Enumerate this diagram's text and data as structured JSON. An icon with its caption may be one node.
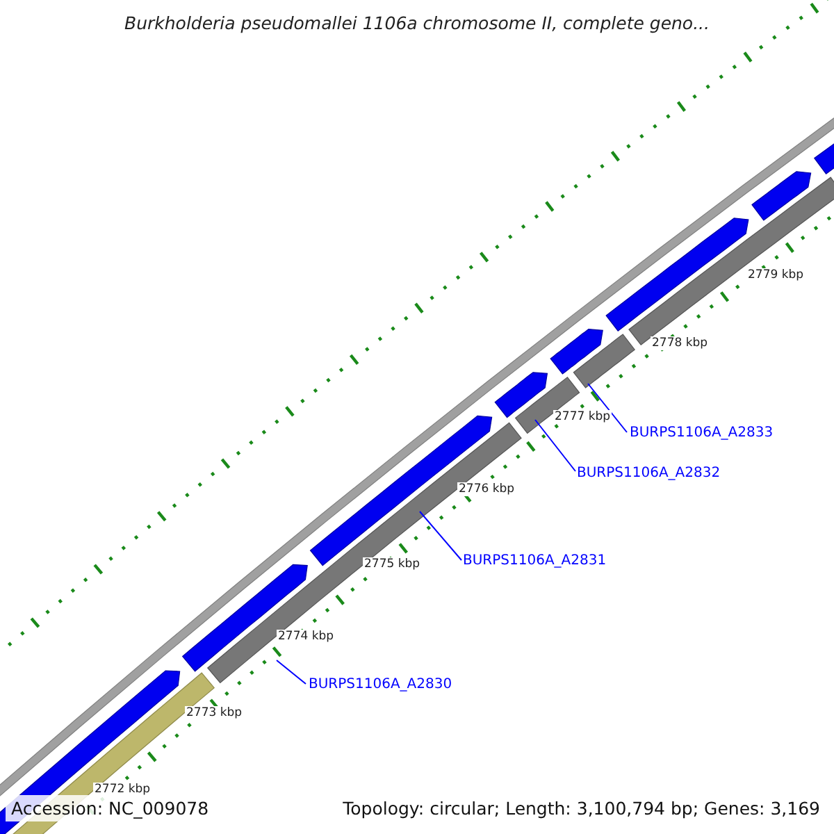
{
  "diagram": {
    "title": "Burkholderia pseudomallei 1106a chromosome II, complete geno...",
    "nodes": [
      {
        "text": [
          "BURPS1106A_A2833"
        ]
      },
      {
        "text": [
          "BURPS1106A_A2832"
        ]
      },
      {
        "text": [
          "BURPS1106A_A2831"
        ]
      },
      {
        "text": [
          "BURPS1106A_A2830"
        ]
      }
    ],
    "edges": [
      {
        "from": 0,
        "to": null,
        "arrow": "none"
      },
      {
        "from": 1,
        "to": null,
        "arrow": "none"
      },
      {
        "from": 2,
        "to": null,
        "arrow": "none"
      },
      {
        "from": 3,
        "to": null,
        "arrow": "none"
      }
    ],
    "labels": [
      "2779 kbp",
      "2778 kbp",
      "2777 kbp",
      "2776 kbp",
      "2775 kbp",
      "2774 kbp",
      "2773 kbp",
      "2772 kbp",
      "Accession: NC_009078",
      "Topology: circular; Length: 3,100,794 bp; Genes: 3,169"
    ]
  }
}
